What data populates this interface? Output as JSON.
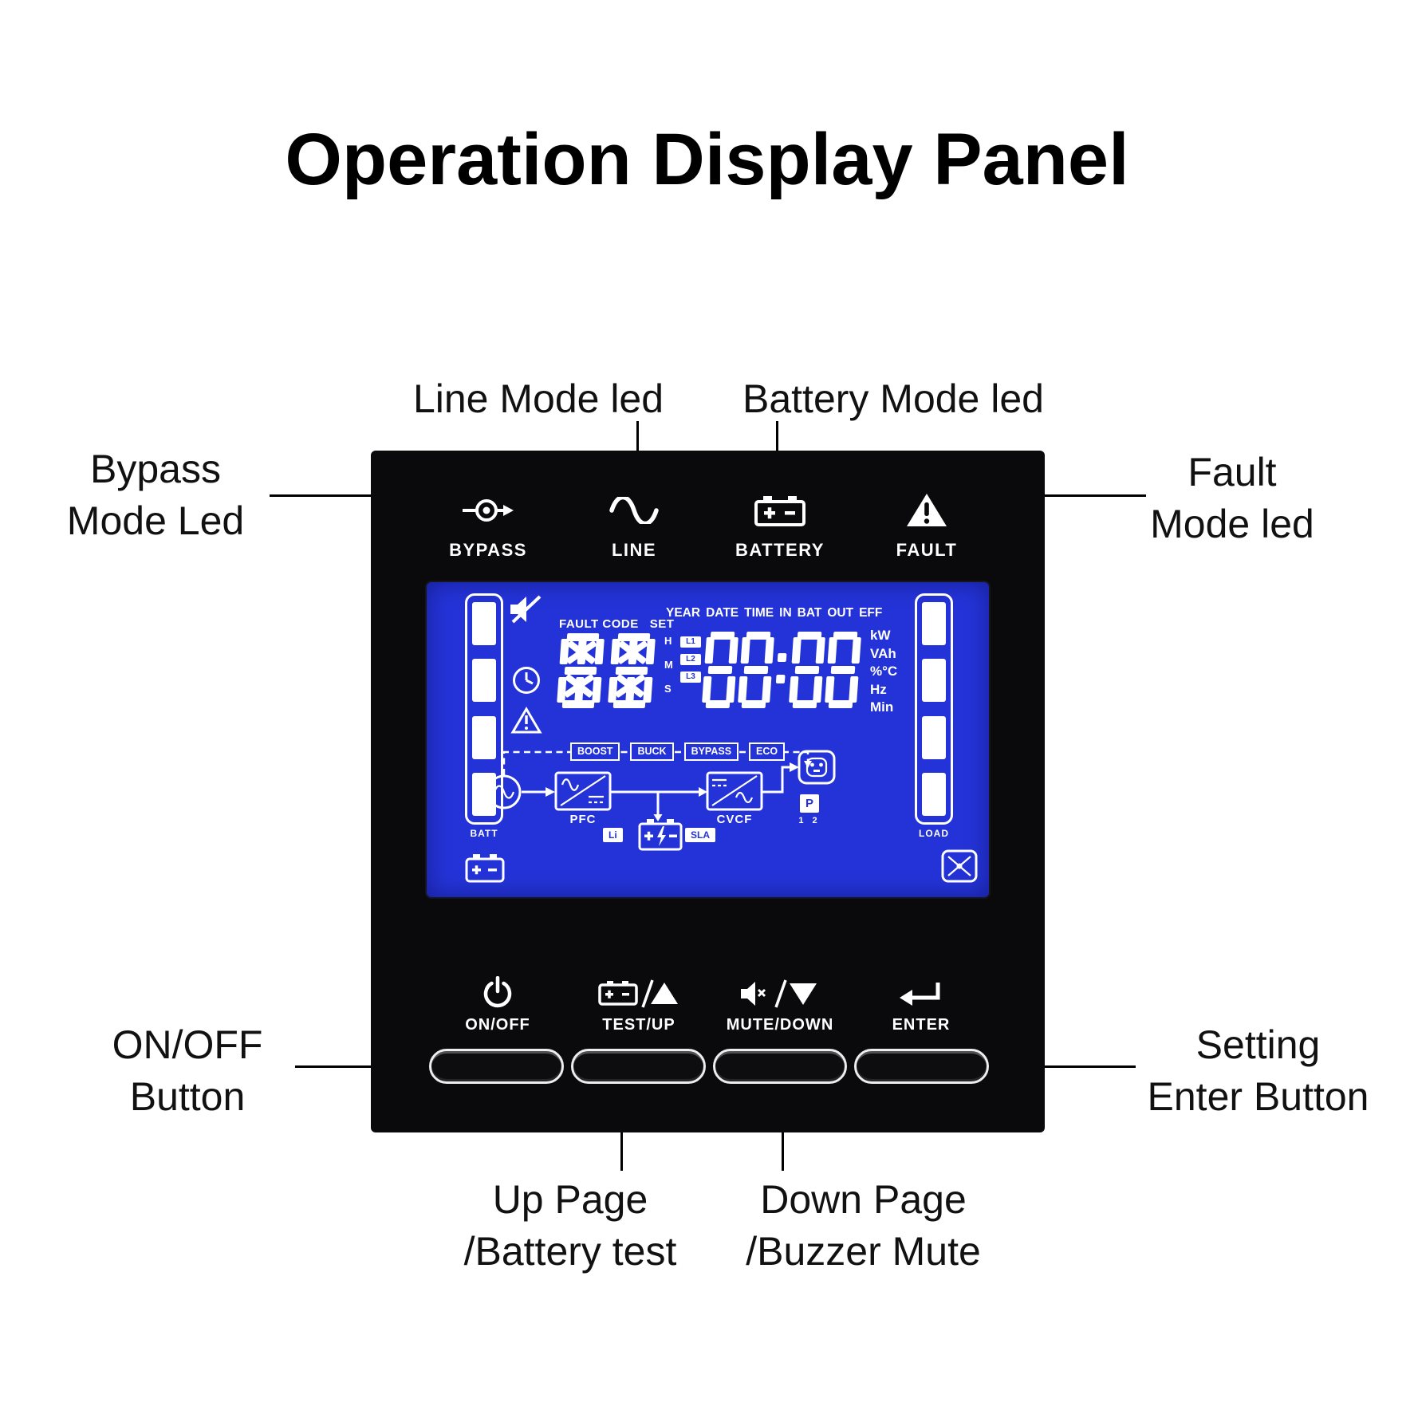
{
  "title": "Operation Display Panel",
  "callouts": {
    "line_mode": "Line Mode led",
    "battery_mode": "Battery Mode led",
    "bypass_1": "Bypass",
    "bypass_2": "Mode Led",
    "fault_1": "Fault",
    "fault_2": "Mode led",
    "onoff_1": "ON/OFF",
    "onoff_2": "Button",
    "setting_1": "Setting",
    "setting_2": "Enter Button",
    "up_1": "Up Page",
    "up_2": "/Battery test",
    "down_1": "Down Page",
    "down_2": "/Buzzer Mute"
  },
  "panel": {
    "colors": {
      "lcd_blue": "#2433d8",
      "panel_black": "#0a0a0c",
      "glyphs": "#ffffff"
    },
    "leds": [
      {
        "label": "BYPASS",
        "icon": "bypass-circle-arrow-icon"
      },
      {
        "label": "LINE",
        "icon": "sine-wave-icon"
      },
      {
        "label": "BATTERY",
        "icon": "battery-icon"
      },
      {
        "label": "FAULT",
        "icon": "warning-triangle-icon"
      }
    ],
    "lcd": {
      "status_fault_code": "FAULT CODE",
      "status_set": "SET",
      "header_tokens": [
        "YEAR",
        "DATE",
        "TIME",
        "IN",
        "BAT",
        "OUT",
        "EFF"
      ],
      "small_digits": "88",
      "large_digits": "88:88",
      "hms": [
        "H",
        "M",
        "S"
      ],
      "phases": [
        "L1",
        "L2",
        "L3"
      ],
      "units": [
        "kW",
        "VAh",
        "%°C",
        "Hz",
        "Min"
      ],
      "batt_label": "BATT",
      "load_label": "LOAD",
      "modes": [
        "BOOST",
        "BUCK",
        "BYPASS",
        "ECO"
      ],
      "pfc_label": "PFC",
      "cvcf_label": "CVCF",
      "li_label": "Li",
      "sla_label": "SLA",
      "p_label": "P",
      "p_sub": "1 2"
    },
    "controls": [
      {
        "label": "ON/OFF",
        "icon": "power-icon"
      },
      {
        "label": "TEST/UP",
        "icon": "battery-test-up-icon"
      },
      {
        "label": "MUTE/DOWN",
        "icon": "mute-down-icon"
      },
      {
        "label": "ENTER",
        "icon": "enter-arrow-icon"
      }
    ]
  }
}
